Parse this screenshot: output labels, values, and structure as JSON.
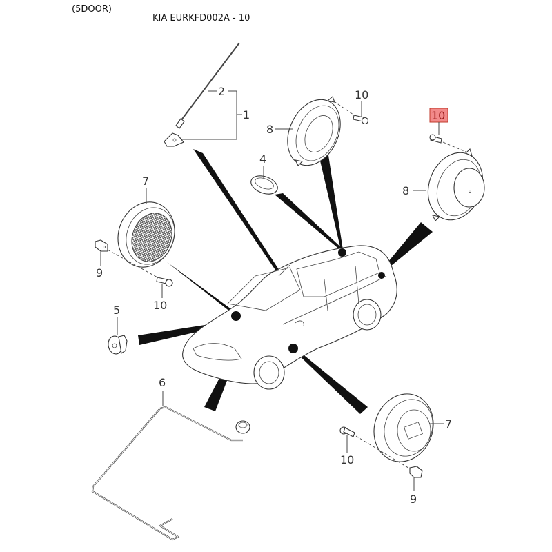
{
  "header": {
    "variant": "(5DOOR)",
    "title": "KIA EURKFD002A - 10"
  },
  "highlight_color": "#f28a8a",
  "callouts": [
    {
      "id": "antenna-assembly",
      "number": "1"
    },
    {
      "id": "antenna-mast",
      "number": "2"
    },
    {
      "id": "grommet",
      "number": "4"
    },
    {
      "id": "tweeter",
      "number": "5"
    },
    {
      "id": "antenna-cable",
      "number": "6"
    },
    {
      "id": "front-door-speaker-left",
      "number": "7"
    },
    {
      "id": "front-door-speaker-right",
      "number": "7"
    },
    {
      "id": "rear-speaker-top",
      "number": "8"
    },
    {
      "id": "rear-speaker-right",
      "number": "8"
    },
    {
      "id": "clip-left",
      "number": "9"
    },
    {
      "id": "clip-right",
      "number": "9"
    },
    {
      "id": "screw-top",
      "number": "10"
    },
    {
      "id": "screw-highlighted",
      "number": "10",
      "highlighted": true
    },
    {
      "id": "screw-left",
      "number": "10"
    },
    {
      "id": "screw-bottom",
      "number": "10"
    }
  ]
}
